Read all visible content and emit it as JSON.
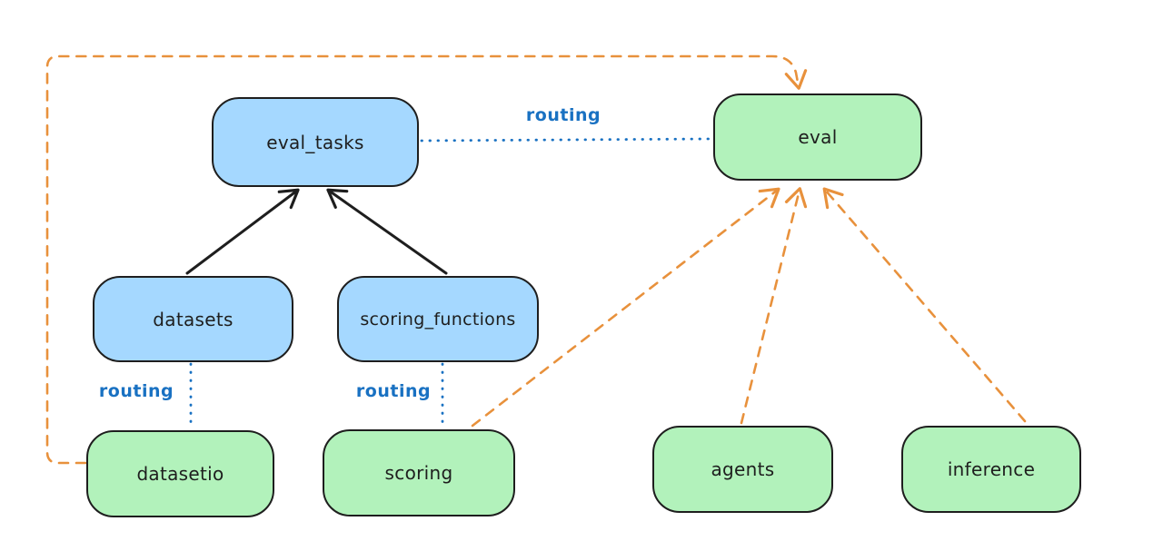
{
  "diagram": {
    "background": "#ffffff",
    "nodes": {
      "eval_tasks": {
        "label": "eval_tasks",
        "fill": "#a5d8ff"
      },
      "eval": {
        "label": "eval",
        "fill": "#b2f2bb"
      },
      "datasets": {
        "label": "datasets",
        "fill": "#a5d8ff"
      },
      "scoring_functions": {
        "label": "scoring_functions",
        "fill": "#a5d8ff"
      },
      "datasetio": {
        "label": "datasetio",
        "fill": "#b2f2bb"
      },
      "scoring": {
        "label": "scoring",
        "fill": "#b2f2bb"
      },
      "agents": {
        "label": "agents",
        "fill": "#b2f2bb"
      },
      "inference": {
        "label": "inference",
        "fill": "#b2f2bb"
      }
    },
    "edges": [
      {
        "from": "datasets",
        "to": "eval_tasks",
        "style": "solid",
        "color": "#1e1e1e",
        "arrow": true,
        "label": ""
      },
      {
        "from": "scoring_functions",
        "to": "eval_tasks",
        "style": "solid",
        "color": "#1e1e1e",
        "arrow": true,
        "label": ""
      },
      {
        "from": "eval_tasks",
        "to": "eval",
        "style": "dotted",
        "color": "#1971c2",
        "arrow": false,
        "label": "routing"
      },
      {
        "from": "datasets",
        "to": "datasetio",
        "style": "dotted",
        "color": "#1971c2",
        "arrow": false,
        "label": "routing"
      },
      {
        "from": "scoring_functions",
        "to": "scoring",
        "style": "dotted",
        "color": "#1971c2",
        "arrow": false,
        "label": "routing"
      },
      {
        "from": "datasetio",
        "to": "eval",
        "style": "dashed",
        "color": "#e8913c",
        "arrow": true,
        "label": ""
      },
      {
        "from": "scoring",
        "to": "eval",
        "style": "dashed",
        "color": "#e8913c",
        "arrow": true,
        "label": ""
      },
      {
        "from": "agents",
        "to": "eval",
        "style": "dashed",
        "color": "#e8913c",
        "arrow": true,
        "label": ""
      },
      {
        "from": "inference",
        "to": "eval",
        "style": "dashed",
        "color": "#e8913c",
        "arrow": true,
        "label": ""
      }
    ],
    "colors": {
      "api_blue_fill": "#a5d8ff",
      "provider_green_fill": "#b2f2bb",
      "node_stroke": "#1e1e1e",
      "routing_blue": "#1971c2",
      "provider_orange": "#e8913c",
      "text": "#1e1e1e"
    }
  }
}
